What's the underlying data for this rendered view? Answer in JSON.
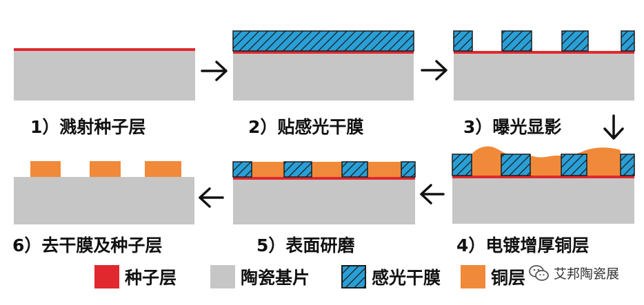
{
  "colors": {
    "seed": "#e0282e",
    "substrate": "#c6c6c6",
    "film": "#2a9fd6",
    "film_stripe": "#1a1a1a",
    "copper": "#f08a3a",
    "text": "#111111"
  },
  "steps": [
    {
      "label": "1）溅射种子层"
    },
    {
      "label": "2）贴感光干膜"
    },
    {
      "label": "3）曝光显影"
    },
    {
      "label": "4）电镀增厚铜层"
    },
    {
      "label": "5）表面研磨"
    },
    {
      "label": "6）去干膜及种子层"
    }
  ],
  "legend": [
    {
      "label": "种子层",
      "material": "seed"
    },
    {
      "label": "陶瓷基片",
      "material": "substrate"
    },
    {
      "label": "感光干膜",
      "material": "film"
    },
    {
      "label": "铜层",
      "material": "copper"
    }
  ],
  "watermark": {
    "text": "艾邦陶瓷展",
    "icon": "wechat-icon"
  }
}
